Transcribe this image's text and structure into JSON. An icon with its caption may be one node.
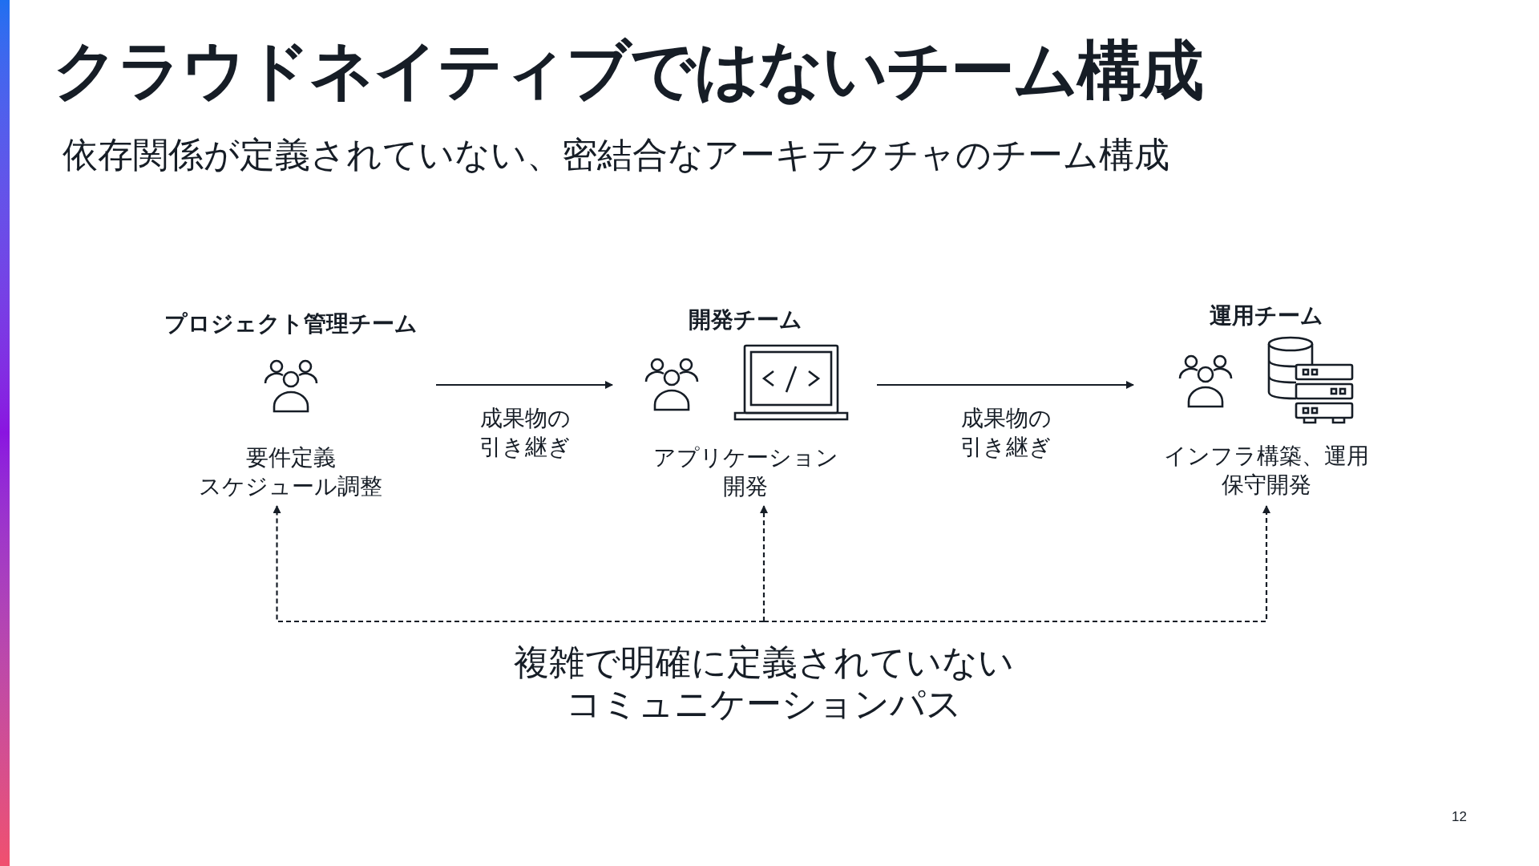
{
  "diagram": {
    "title": "クラウドネイティブではないチーム構成",
    "caption": "依存関係が定義されていない、密結合なアーキテクチャのチーム構成",
    "nodes": [
      {
        "text": [
          "プロジェクト管理チーム",
          "要件定義",
          "スケジュール調整"
        ]
      },
      {
        "text": [
          "開発チーム",
          "アプリケーション開発"
        ]
      },
      {
        "text": [
          "運用チーム",
          "インフラ構築、運用保守開発"
        ]
      },
      {
        "text": [
          "複雑で明確に定義されていないコミュニケーションパス"
        ]
      }
    ],
    "edges": [
      {
        "from": 0,
        "to": 1,
        "arrow": "to",
        "label": "成果物の引き継ぎ"
      },
      {
        "from": 1,
        "to": 2,
        "arrow": "to",
        "label": "成果物の引き継ぎ"
      },
      {
        "from": 3,
        "to": 0,
        "arrow": "to",
        "style": "dashed"
      },
      {
        "from": 3,
        "to": 1,
        "arrow": "to",
        "style": "dashed"
      },
      {
        "from": 3,
        "to": 2,
        "arrow": "to",
        "style": "dashed"
      }
    ],
    "labels": [
      "12"
    ]
  }
}
